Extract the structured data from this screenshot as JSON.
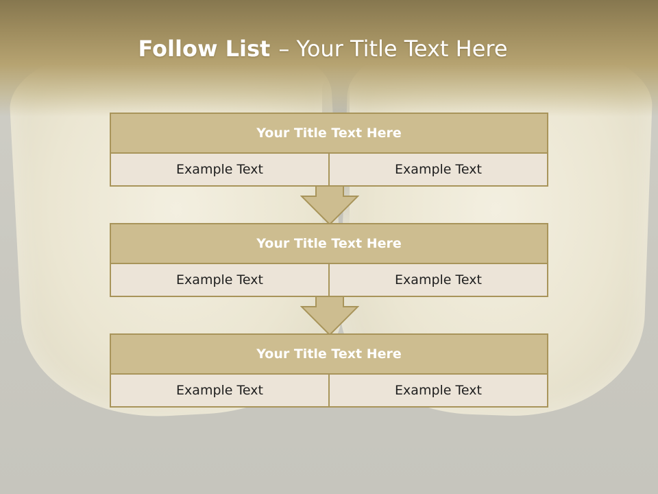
{
  "slide": {
    "title_bold": "Follow List",
    "title_rest": "– Your Title Text Here"
  },
  "steps": [
    {
      "title": "Your Title Text Here",
      "left": "Example Text",
      "right": "Example Text"
    },
    {
      "title": "Your Title Text Here",
      "left": "Example Text",
      "right": "Example Text"
    },
    {
      "title": "Your Title Text Here",
      "left": "Example Text",
      "right": "Example Text"
    }
  ],
  "colors": {
    "header": "#9d8b5d",
    "block_title_fill": "#cdbd90",
    "block_border": "#a8945a",
    "cell_fill": "#ece4d8",
    "arrow_fill": "#cdbd90"
  }
}
